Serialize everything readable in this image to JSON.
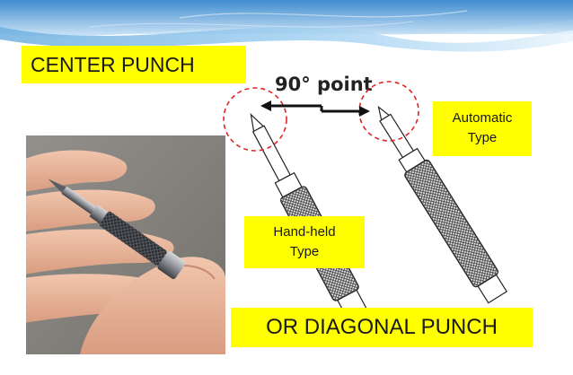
{
  "slide": {
    "title": "CENTER PUNCH",
    "angle_label": "90° point",
    "automatic_label_line1": "Automatic",
    "automatic_label_line2": "Type",
    "handheld_label_line1": "Hand-held",
    "handheld_label_line2": "Type",
    "bottom_label": "OR DIAGONAL PUNCH"
  },
  "colors": {
    "label_background": "#ffff00",
    "wave_blue": "#4a90c8",
    "circle_red": "#e02424"
  },
  "icons": {
    "photo": "hand-holding-punch-photo",
    "drawing": "punch-line-drawing"
  }
}
